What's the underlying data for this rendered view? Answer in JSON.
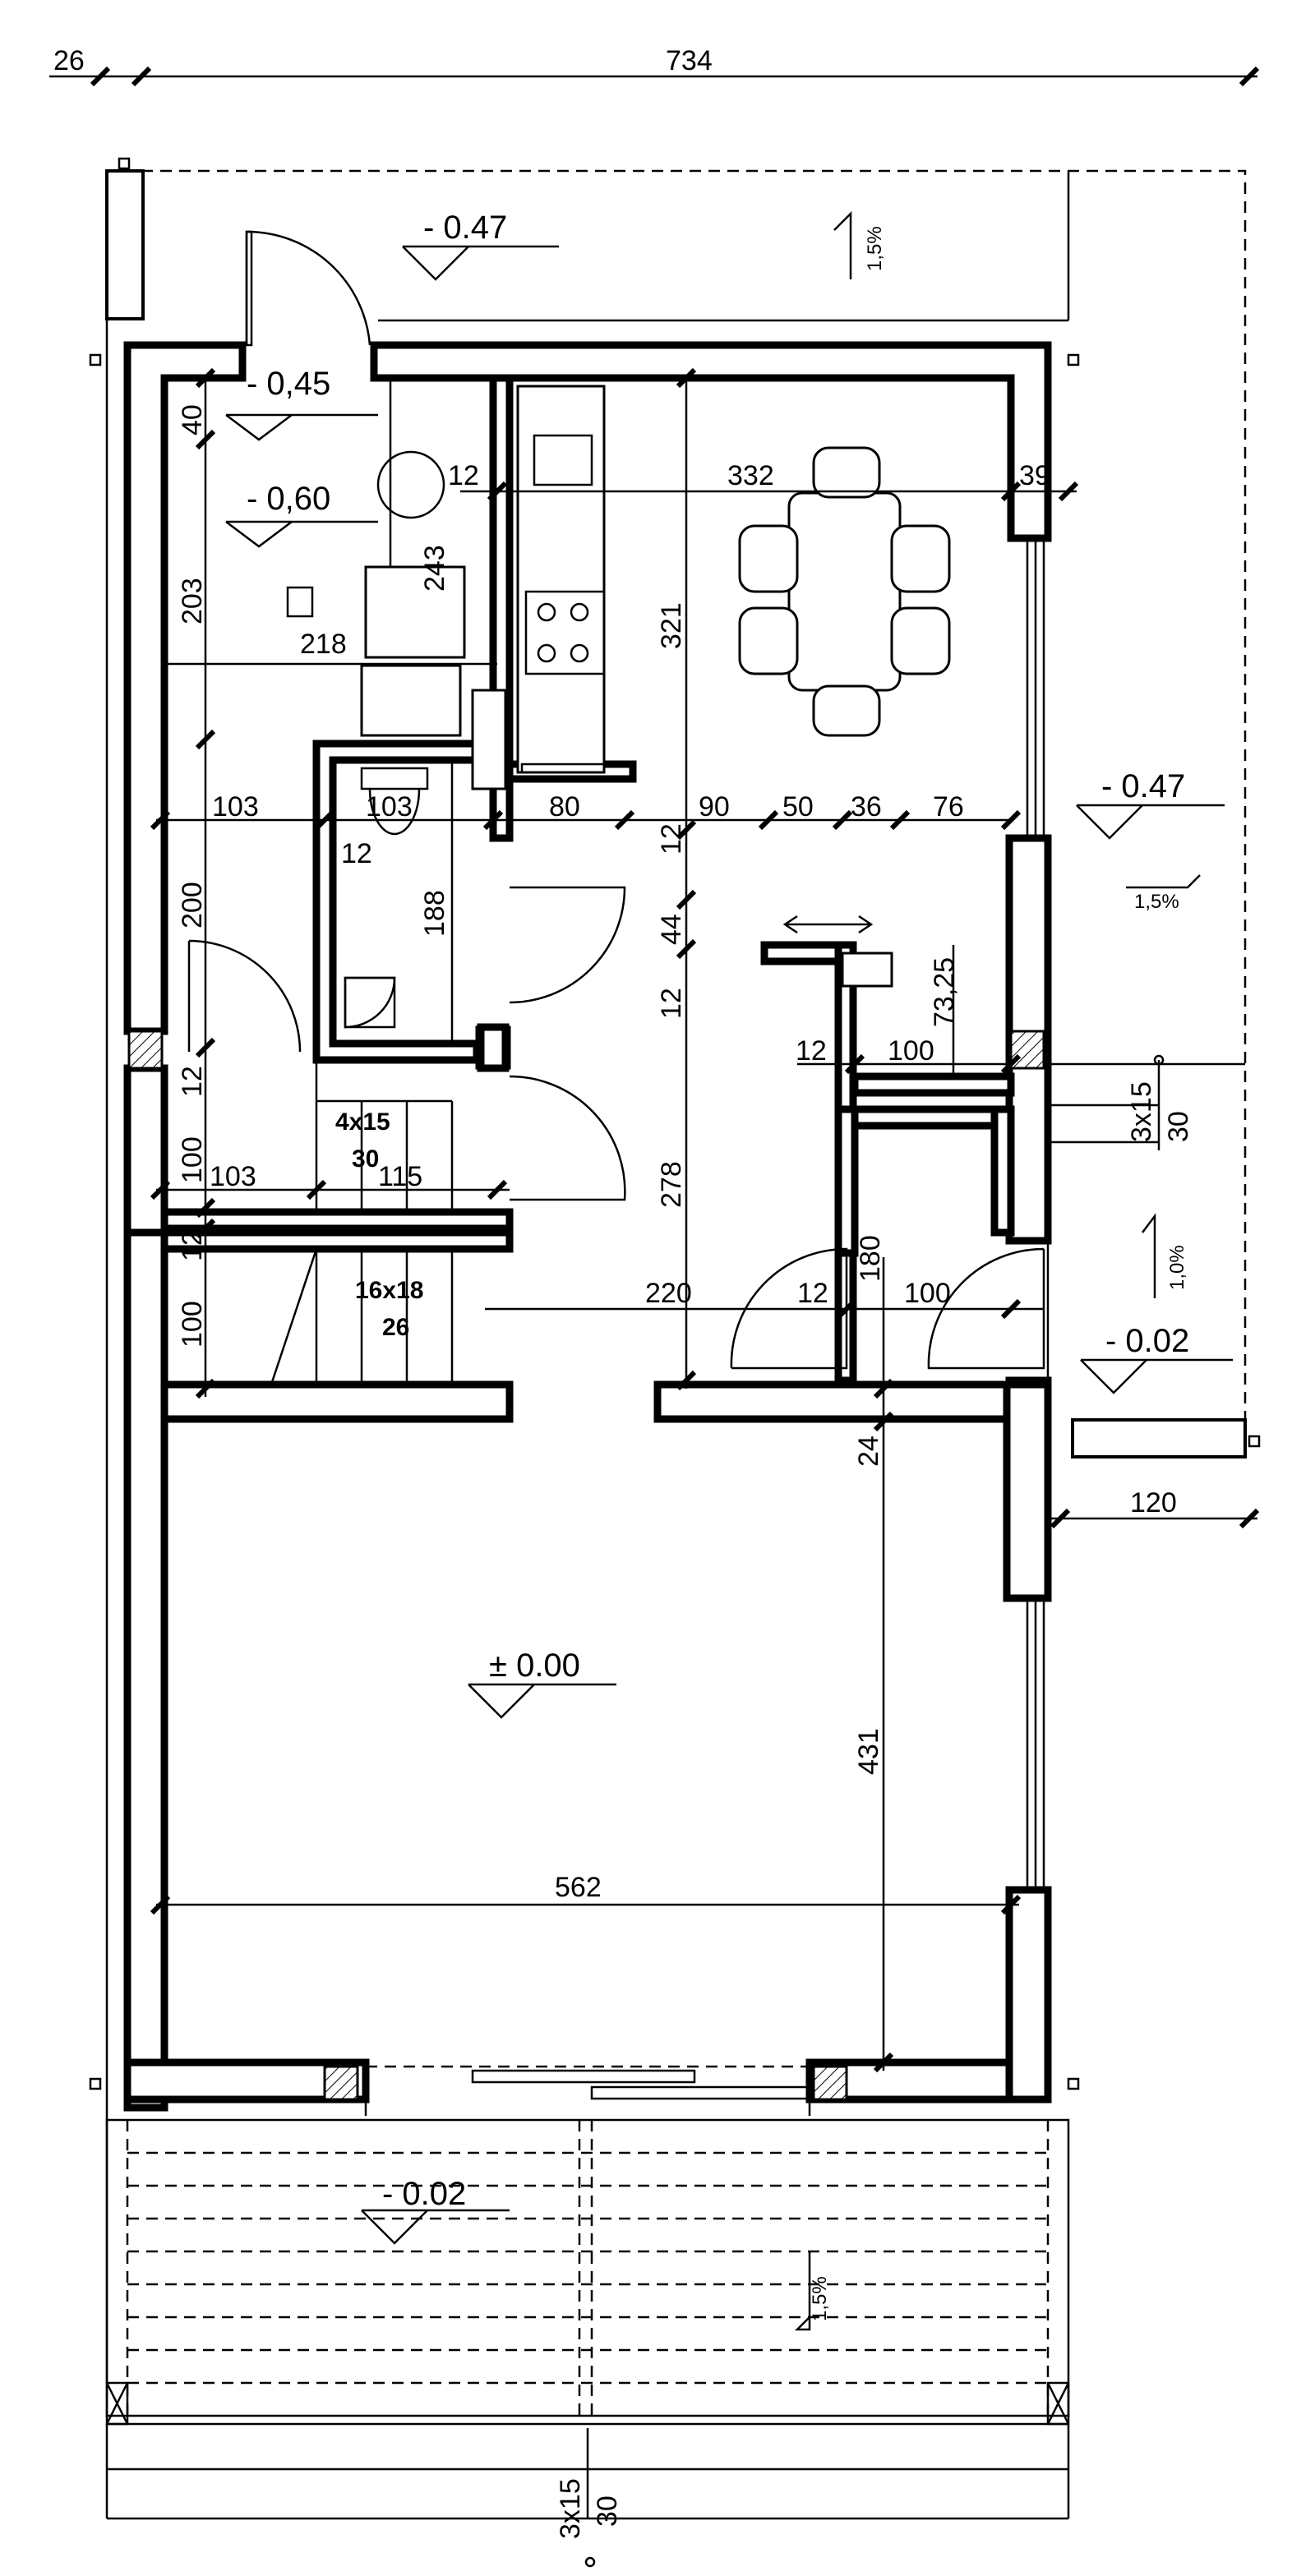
{
  "plan": {
    "overall_dimension": {
      "left": "26",
      "total": "734"
    },
    "levels": {
      "entry_top": "- 0.47",
      "boiler_room": "- 0,45",
      "utility_room": "- 0,60",
      "east_side": "- 0.47",
      "side_entry": "- 0.02",
      "garage": "± 0.00",
      "terrace": "- 0.02"
    },
    "slopes": {
      "top": "1,5%",
      "east": "1,5%",
      "side": "1,0%",
      "terrace": "1,5%"
    },
    "stairs": {
      "upper_count": "4x15",
      "upper_tread": "30",
      "main_count": "16x18",
      "main_tread": "26",
      "side_count": "3x15",
      "side_tread": "30",
      "terrace_count": "3x15",
      "terrace_tread": "30"
    },
    "dimensions": {
      "left_40": "40",
      "left_203": "203",
      "left_200": "200",
      "left_12a": "12",
      "left_100a": "100",
      "left_12b": "12",
      "left_100b": "100",
      "boiler_218": "218",
      "boiler_243": "243",
      "kitchen_12": "12",
      "kitchen_332": "332",
      "kitchen_39": "39",
      "hall_321": "321",
      "row_103a": "103",
      "row_103b": "103",
      "row_80": "80",
      "row_90": "90",
      "row_50": "50",
      "row_36": "36",
      "row_76": "76",
      "bath_12": "12",
      "bath_188": "188",
      "hall_12a": "12",
      "hall_44": "44",
      "hall_12b": "12",
      "hall_278": "278",
      "pantry_73_25": "73,25",
      "pantry_12": "12",
      "pantry_100": "100",
      "row2_103": "103",
      "row2_115": "115",
      "garage_220": "220",
      "garage_12": "12",
      "garage_180": "180",
      "garage_100": "100",
      "garage_24": "24",
      "garage_431": "431",
      "garage_562": "562",
      "side_120": "120"
    }
  }
}
